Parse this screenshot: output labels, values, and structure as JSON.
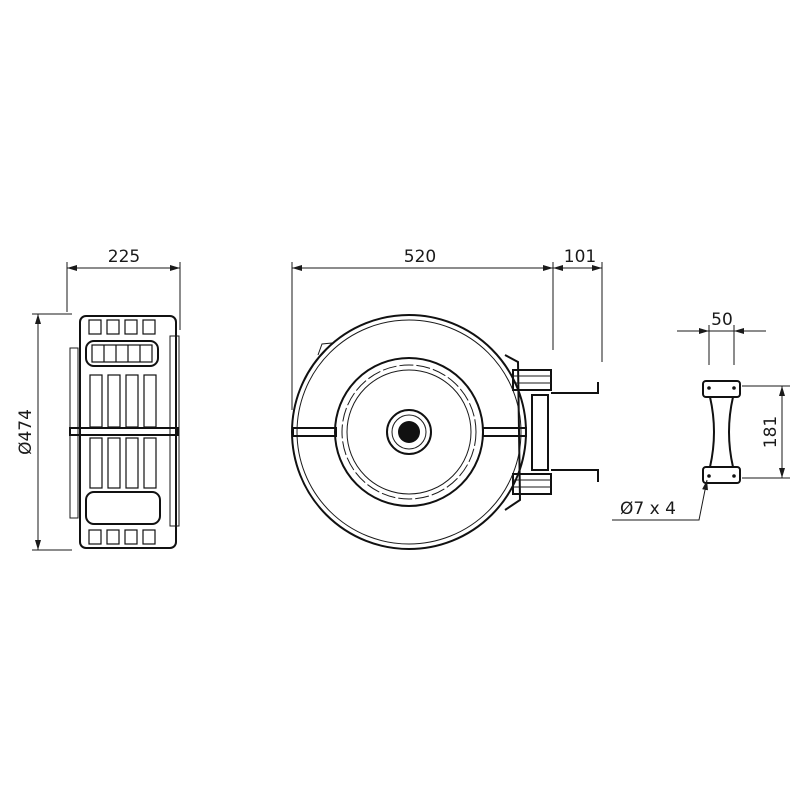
{
  "dimensions": {
    "side_width": "225",
    "side_diameter": "Ø474",
    "front_width": "520",
    "front_offset": "101",
    "bracket_width": "50",
    "bracket_height": "181",
    "bracket_holes": "Ø7 x 4"
  },
  "colors": {
    "line": "#1a1a1a",
    "background": "#ffffff"
  }
}
